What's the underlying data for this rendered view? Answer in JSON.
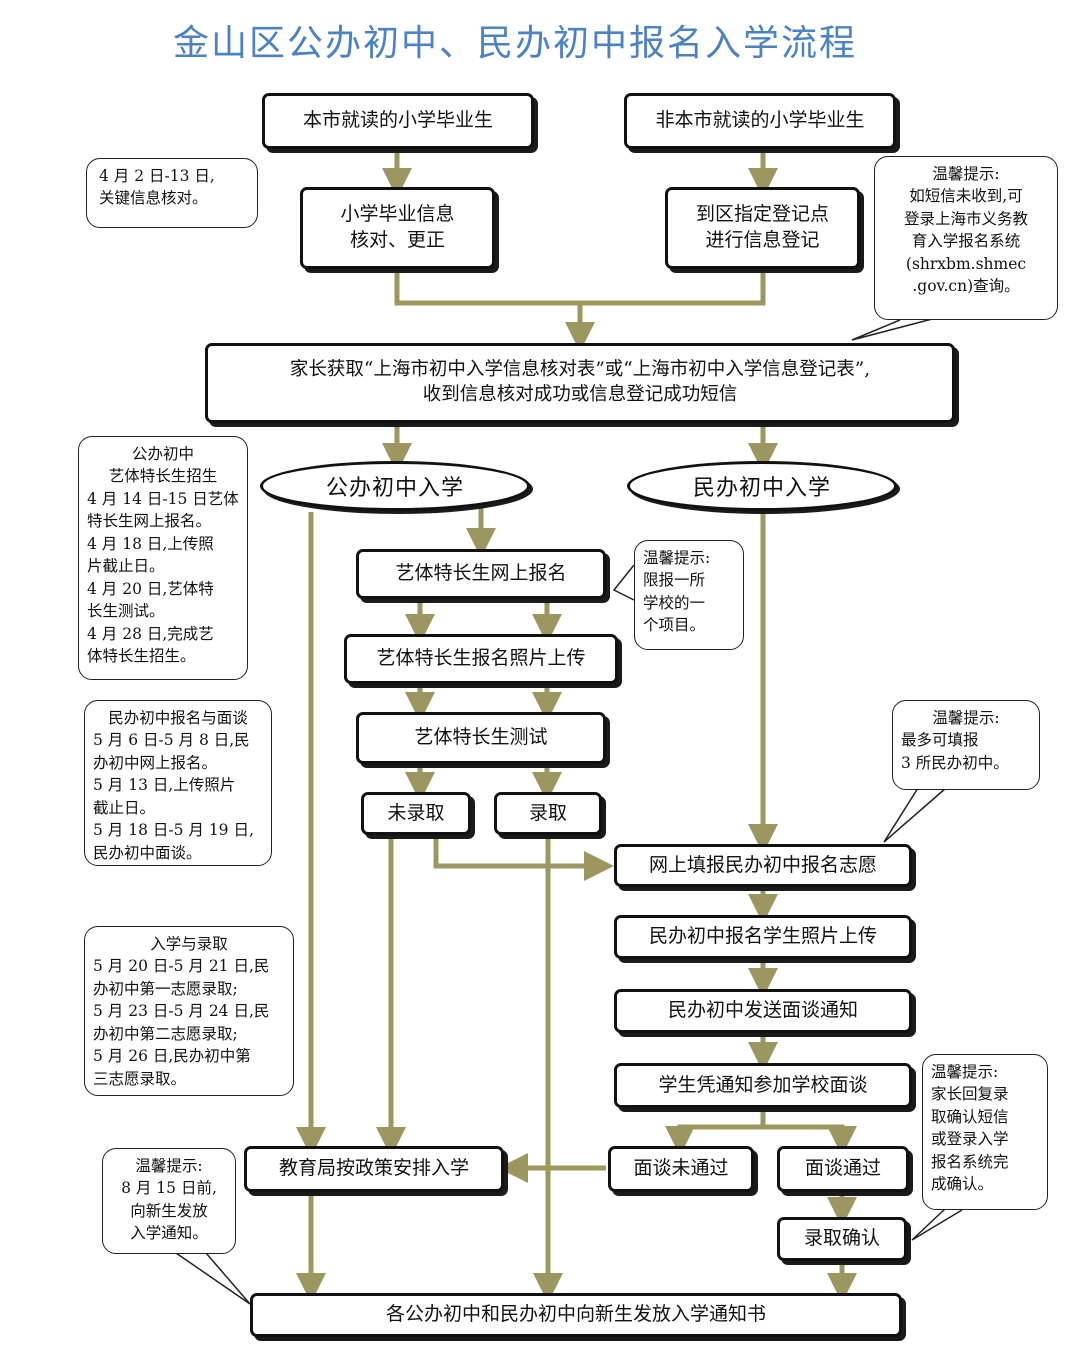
{
  "title": "金山区公办初中、民办初中报名入学流程",
  "colors": {
    "title": "#4a82c4",
    "arrow": "#9c9660",
    "border": "#111111"
  },
  "nodes": {
    "local_grad": "本市就读的小学毕业生",
    "nonlocal_grad": "非本市就读的小学毕业生",
    "verify": [
      "小学毕业信息",
      "核对、更正"
    ],
    "register": [
      "到区指定登记点",
      "进行信息登记"
    ],
    "parent_receive": [
      "家长获取“上海市初中入学信息核对表”或“上海市初中入学信息登记表”,",
      "收到信息核对成功或信息登记成功短信"
    ],
    "public_entry": "公办初中入学",
    "private_entry": "民办初中入学",
    "art_signup": "艺体特长生网上报名",
    "art_photo": "艺体特长生报名照片上传",
    "art_test": "艺体特长生测试",
    "not_admitted": "未录取",
    "admitted": "录取",
    "online_apply": "网上填报民办初中报名志愿",
    "private_photo": "民办初中报名学生照片上传",
    "interview_notice": "民办初中发送面谈通知",
    "attend_interview": "学生凭通知参加学校面谈",
    "interview_fail": "面谈未通过",
    "interview_pass": "面谈通过",
    "edu_bureau": "教育局按政策安排入学",
    "confirm": "录取确认",
    "final": "各公办初中和民办初中向新生发放入学通知书"
  },
  "notes": {
    "apr_check": [
      "4 月 2 日-13 日,",
      "关键信息核对。"
    ],
    "sms_tip": [
      "温馨提示:",
      "如短信未收到,可",
      "登录上海市义务教",
      "育入学报名系统",
      "(shrxbm.shmec",
      ".gov.cn)查询。"
    ],
    "art_schedule": [
      "公办初中",
      "艺体特长生招生",
      "4 月 14 日-15 日艺体",
      "特长生网上报名。",
      "4 月 18 日,上传照",
      "片截止日。",
      "4 月 20 日,艺体特",
      "长生测试。",
      "4 月 28 日,完成艺",
      "体特长生招生。"
    ],
    "one_school_tip": [
      "温馨提示:",
      "限报一所",
      "学校的一",
      "个项目。"
    ],
    "private_schedule": [
      "民办初中报名与面谈",
      "5 月 6 日-5 月 8 日,民",
      "办初中网上报名。",
      "5 月 13 日,上传照片",
      "截止日。",
      "5 月 18 日-5 月 19 日,",
      "民办初中面谈。"
    ],
    "three_tip": [
      "温馨提示:",
      "最多可填报",
      "3 所民办初中。"
    ],
    "admission_schedule": [
      "入学与录取",
      "5 月 20 日-5 月 21 日,民",
      "办初中第一志愿录取;",
      "5 月 23 日-5 月 24 日,民",
      "办初中第二志愿录取;",
      "5 月 26 日,民办初中第",
      "三志愿录取。"
    ],
    "confirm_tip": [
      "温馨提示:",
      "家长回复录",
      "取确认短信",
      "或登录入学",
      "报名系统完",
      "成确认。"
    ],
    "notice_tip": [
      "温馨提示:",
      "8 月 15 日前,",
      "向新生发放",
      "入学通知。"
    ]
  }
}
